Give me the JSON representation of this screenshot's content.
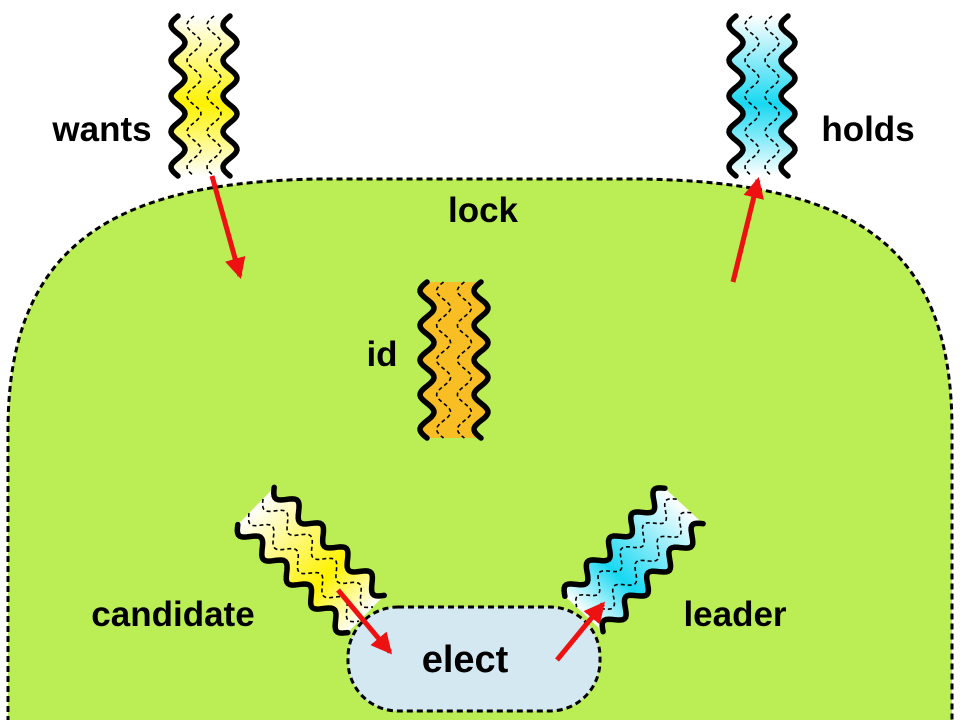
{
  "labels": {
    "lock": "lock",
    "wants": "wants",
    "holds": "holds",
    "id": "id",
    "candidate": "candidate",
    "leader": "leader",
    "elect": "elect"
  },
  "colors": {
    "lock_fill": "#bbed55",
    "elect_fill": "#d3e8f0",
    "arrow": "#ee1111",
    "wants_channel": "#fff200",
    "holds_channel": "#18d8f2",
    "id_channel": "#f8be24",
    "candidate_channel": "#fff200",
    "leader_channel": "#18d8f2",
    "outline": "#000000"
  }
}
